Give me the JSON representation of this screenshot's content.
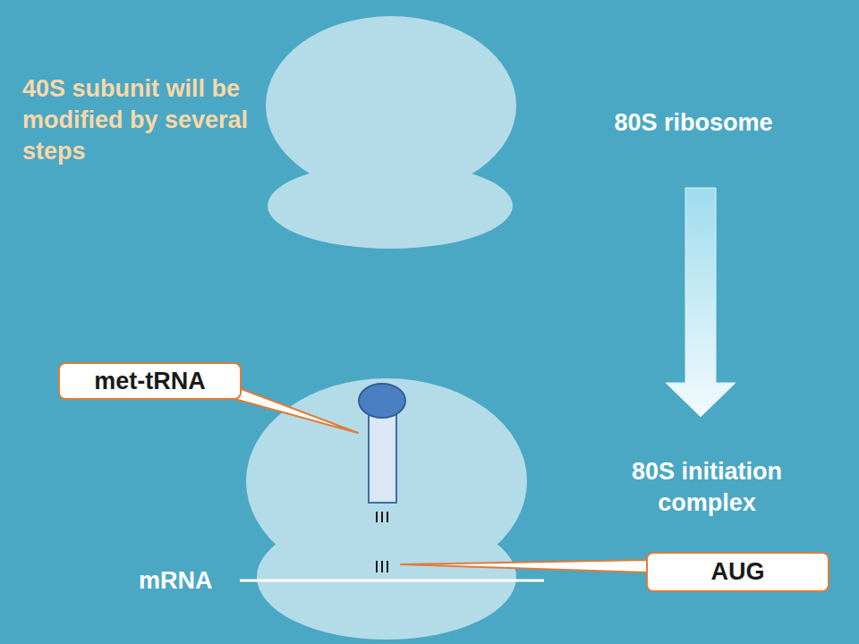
{
  "diagram": {
    "nodes": [
      {
        "text": [
          "met-tRNA"
        ]
      },
      {
        "text": [
          "AUG"
        ]
      }
    ],
    "labels": [
      "40S subunit will be modified by several steps",
      "80S ribosome",
      "80S initiation complex",
      "mRNA"
    ]
  }
}
